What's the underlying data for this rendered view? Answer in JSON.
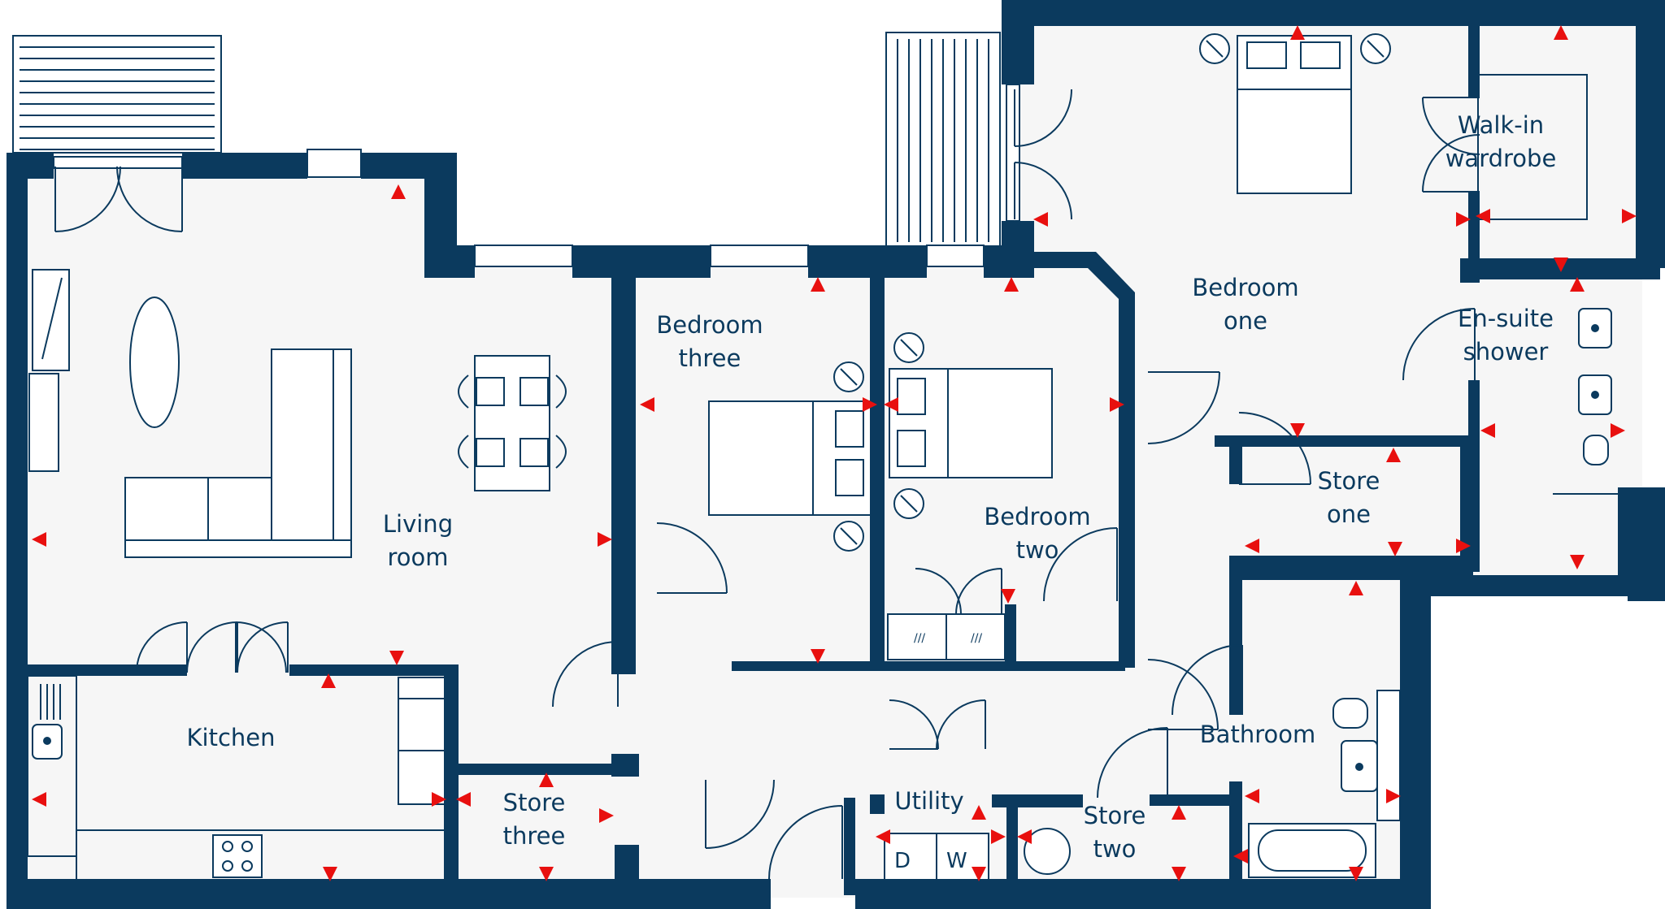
{
  "colors": {
    "wall": "#0b3a5e",
    "floor": "#f6f6f6",
    "furniture": "#0b3a5e",
    "marker": "#e8100f",
    "label": "#0b3a5e"
  },
  "rooms": {
    "living": [
      "Living",
      "room"
    ],
    "kitchen": [
      "Kitchen"
    ],
    "store_three": [
      "Store",
      "three"
    ],
    "bedroom_three": [
      "Bedroom",
      "three"
    ],
    "bedroom_two": [
      "Bedroom",
      "two"
    ],
    "bedroom_one": [
      "Bedroom",
      "one"
    ],
    "walk_in": [
      "Walk-in",
      "wardrobe"
    ],
    "en_suite": [
      "En-suite",
      "shower"
    ],
    "store_one": [
      "Store",
      "one"
    ],
    "bathroom": [
      "Bathroom"
    ],
    "utility": [
      "Utility"
    ],
    "store_two": [
      "Store",
      "two"
    ]
  },
  "icons": {
    "balcony": "balcony-icon",
    "window": "window-icon",
    "door": "door-swing-icon",
    "bed": "double-bed-icon",
    "bedside_lamp": "bedside-lamp-icon",
    "sofa": "sofa-icon",
    "dining_table": "dining-table-icon",
    "hob": "hob-icon",
    "sink": "sink-icon",
    "toilet": "toilet-icon",
    "bath": "bath-icon",
    "washing_machine": "washing-machine-icon",
    "boiler": "boiler-icon",
    "marker": "red-triangle-marker-icon"
  }
}
